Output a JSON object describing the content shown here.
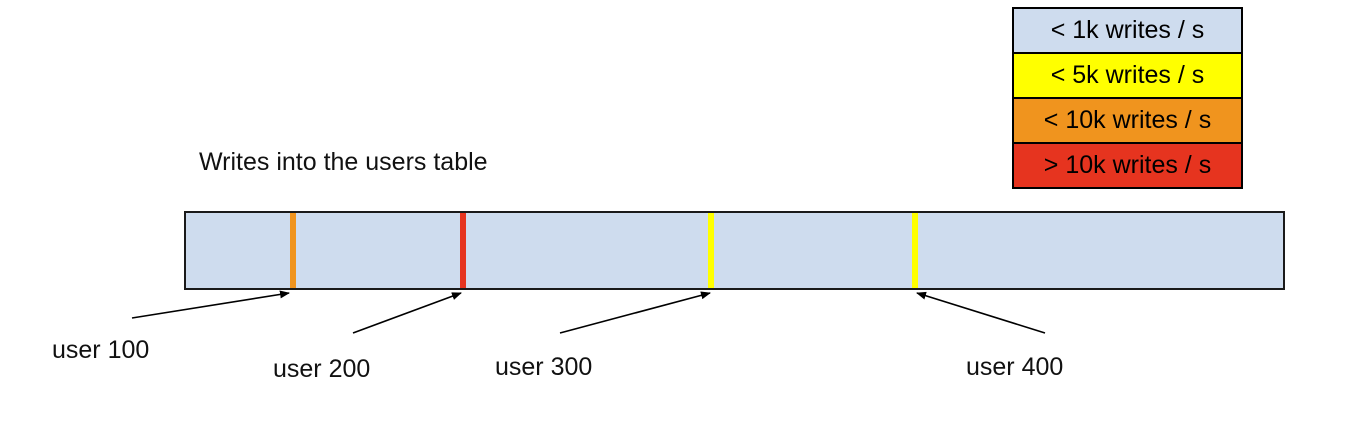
{
  "title": "Writes into the users table",
  "legend": {
    "items": [
      {
        "label": "< 1k writes / s",
        "color": "#cedcee"
      },
      {
        "label": "< 5k writes / s",
        "color": "#ffff00"
      },
      {
        "label": "< 10k writes / s",
        "color": "#f0941e"
      },
      {
        "label": "> 10k writes / s",
        "color": "#e6341f"
      }
    ]
  },
  "bar": {
    "fill_color": "#cedcee",
    "border_color": "#1a1a1a"
  },
  "markers": [
    {
      "label": "user 100",
      "color": "#f0941e"
    },
    {
      "label": "user 200",
      "color": "#e6341f"
    },
    {
      "label": "user 300",
      "color": "#ffff00"
    },
    {
      "label": "user 400",
      "color": "#ffff00"
    }
  ]
}
